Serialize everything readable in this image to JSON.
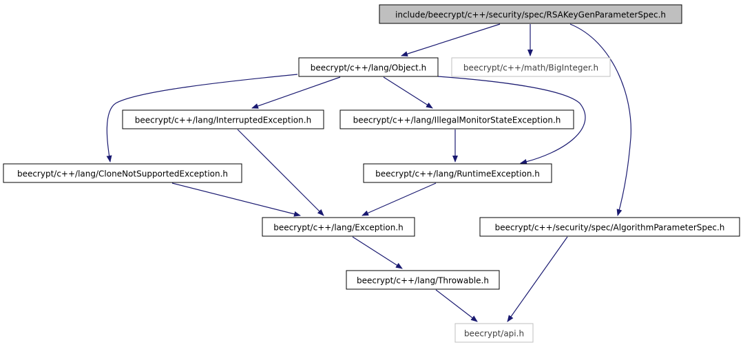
{
  "colors": {
    "edge": "#191970",
    "root_fill": "#bfbfbf",
    "node_border": "#000000",
    "dim_border": "#bfbfbf",
    "text": "#000000",
    "dim_text": "#404040"
  },
  "nodes": {
    "rsakey": {
      "label": "include/beecrypt/c++/security/spec/RSAKeyGenParameterSpec.h",
      "style": "root"
    },
    "object": {
      "label": "beecrypt/c++/lang/Object.h",
      "style": "normal"
    },
    "biginteger": {
      "label": "beecrypt/c++/math/BigInteger.h",
      "style": "dim"
    },
    "interrupted": {
      "label": "beecrypt/c++/lang/InterruptedException.h",
      "style": "normal"
    },
    "illegalmonitor": {
      "label": "beecrypt/c++/lang/IllegalMonitorStateException.h",
      "style": "normal"
    },
    "clonenotsupported": {
      "label": "beecrypt/c++/lang/CloneNotSupportedException.h",
      "style": "normal"
    },
    "runtime": {
      "label": "beecrypt/c++/lang/RuntimeException.h",
      "style": "normal"
    },
    "exception": {
      "label": "beecrypt/c++/lang/Exception.h",
      "style": "normal"
    },
    "algparam": {
      "label": "beecrypt/c++/security/spec/AlgorithmParameterSpec.h",
      "style": "normal"
    },
    "throwable": {
      "label": "beecrypt/c++/lang/Throwable.h",
      "style": "normal"
    },
    "api": {
      "label": "beecrypt/api.h",
      "style": "dim"
    }
  },
  "edges": [
    [
      "rsakey",
      "object"
    ],
    [
      "rsakey",
      "biginteger"
    ],
    [
      "rsakey",
      "algparam"
    ],
    [
      "object",
      "clonenotsupported"
    ],
    [
      "object",
      "interrupted"
    ],
    [
      "object",
      "illegalmonitor"
    ],
    [
      "object",
      "runtime"
    ],
    [
      "interrupted",
      "exception"
    ],
    [
      "illegalmonitor",
      "runtime"
    ],
    [
      "clonenotsupported",
      "exception"
    ],
    [
      "runtime",
      "exception"
    ],
    [
      "exception",
      "throwable"
    ],
    [
      "algparam",
      "api"
    ],
    [
      "throwable",
      "api"
    ]
  ]
}
